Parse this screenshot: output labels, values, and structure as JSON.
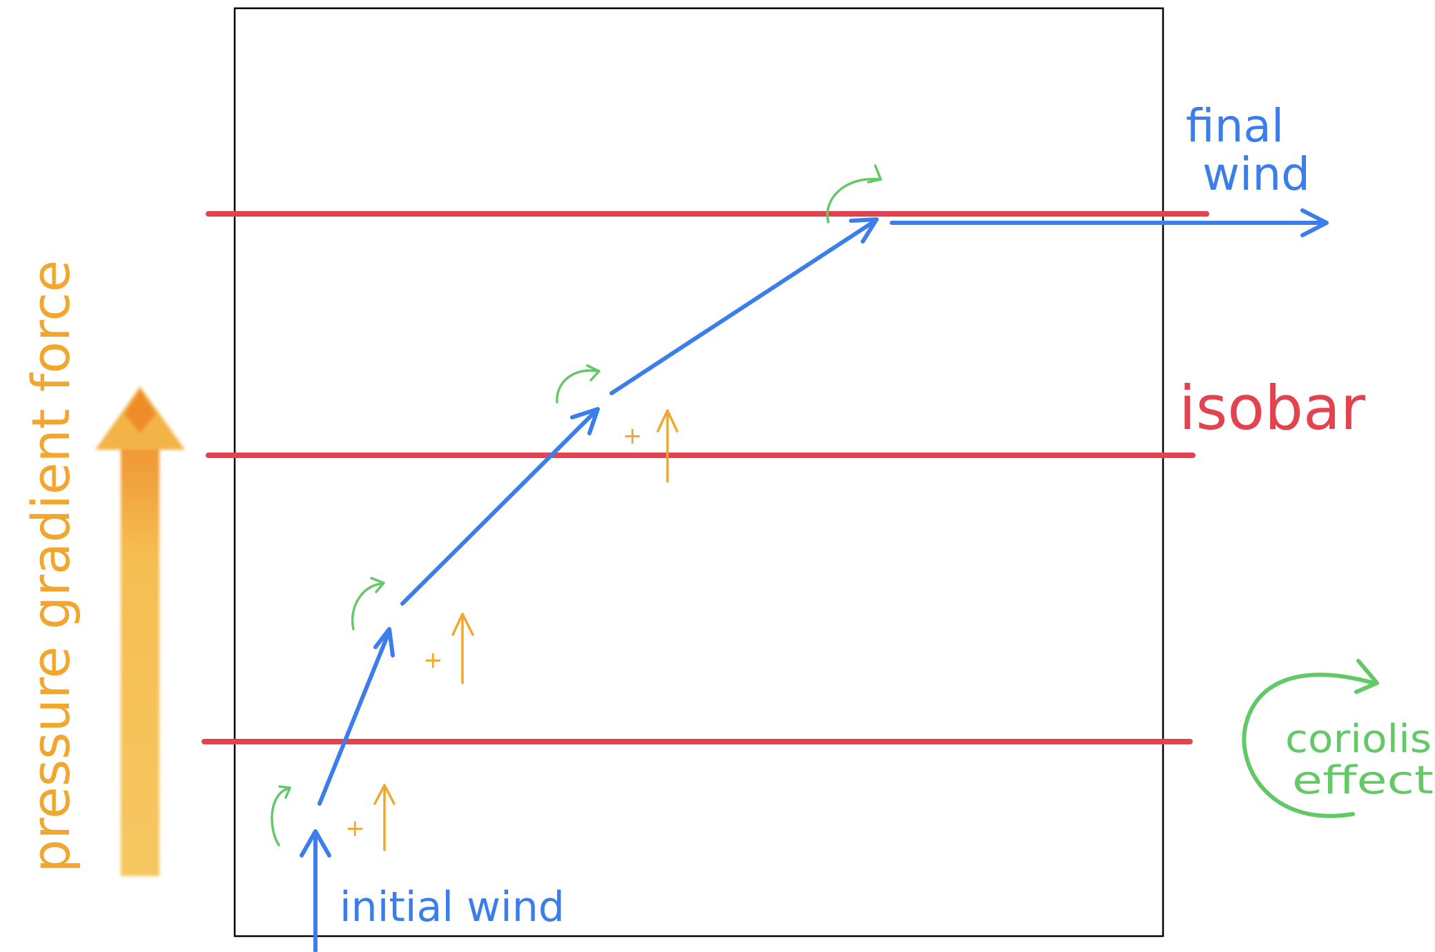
{
  "labels": {
    "final_wind_line1": "final",
    "final_wind_line2": "wind",
    "isobar": "isobar",
    "initial_wind": "initial wind",
    "pressure_gradient_force": "pressure gradient force",
    "coriolis_line1": "coriolis",
    "coriolis_line2": "effect",
    "plus_sign": "+"
  },
  "colors": {
    "wind": "#3B7DEB",
    "isobar": "#E3434E",
    "pressure_gradient": "#F3A62E",
    "coriolis": "#62C966",
    "frame": "#000000"
  },
  "icons": {
    "coriolis_symbol": "curved-arrow-icon",
    "pressure_increment": "up-arrow-icon"
  }
}
